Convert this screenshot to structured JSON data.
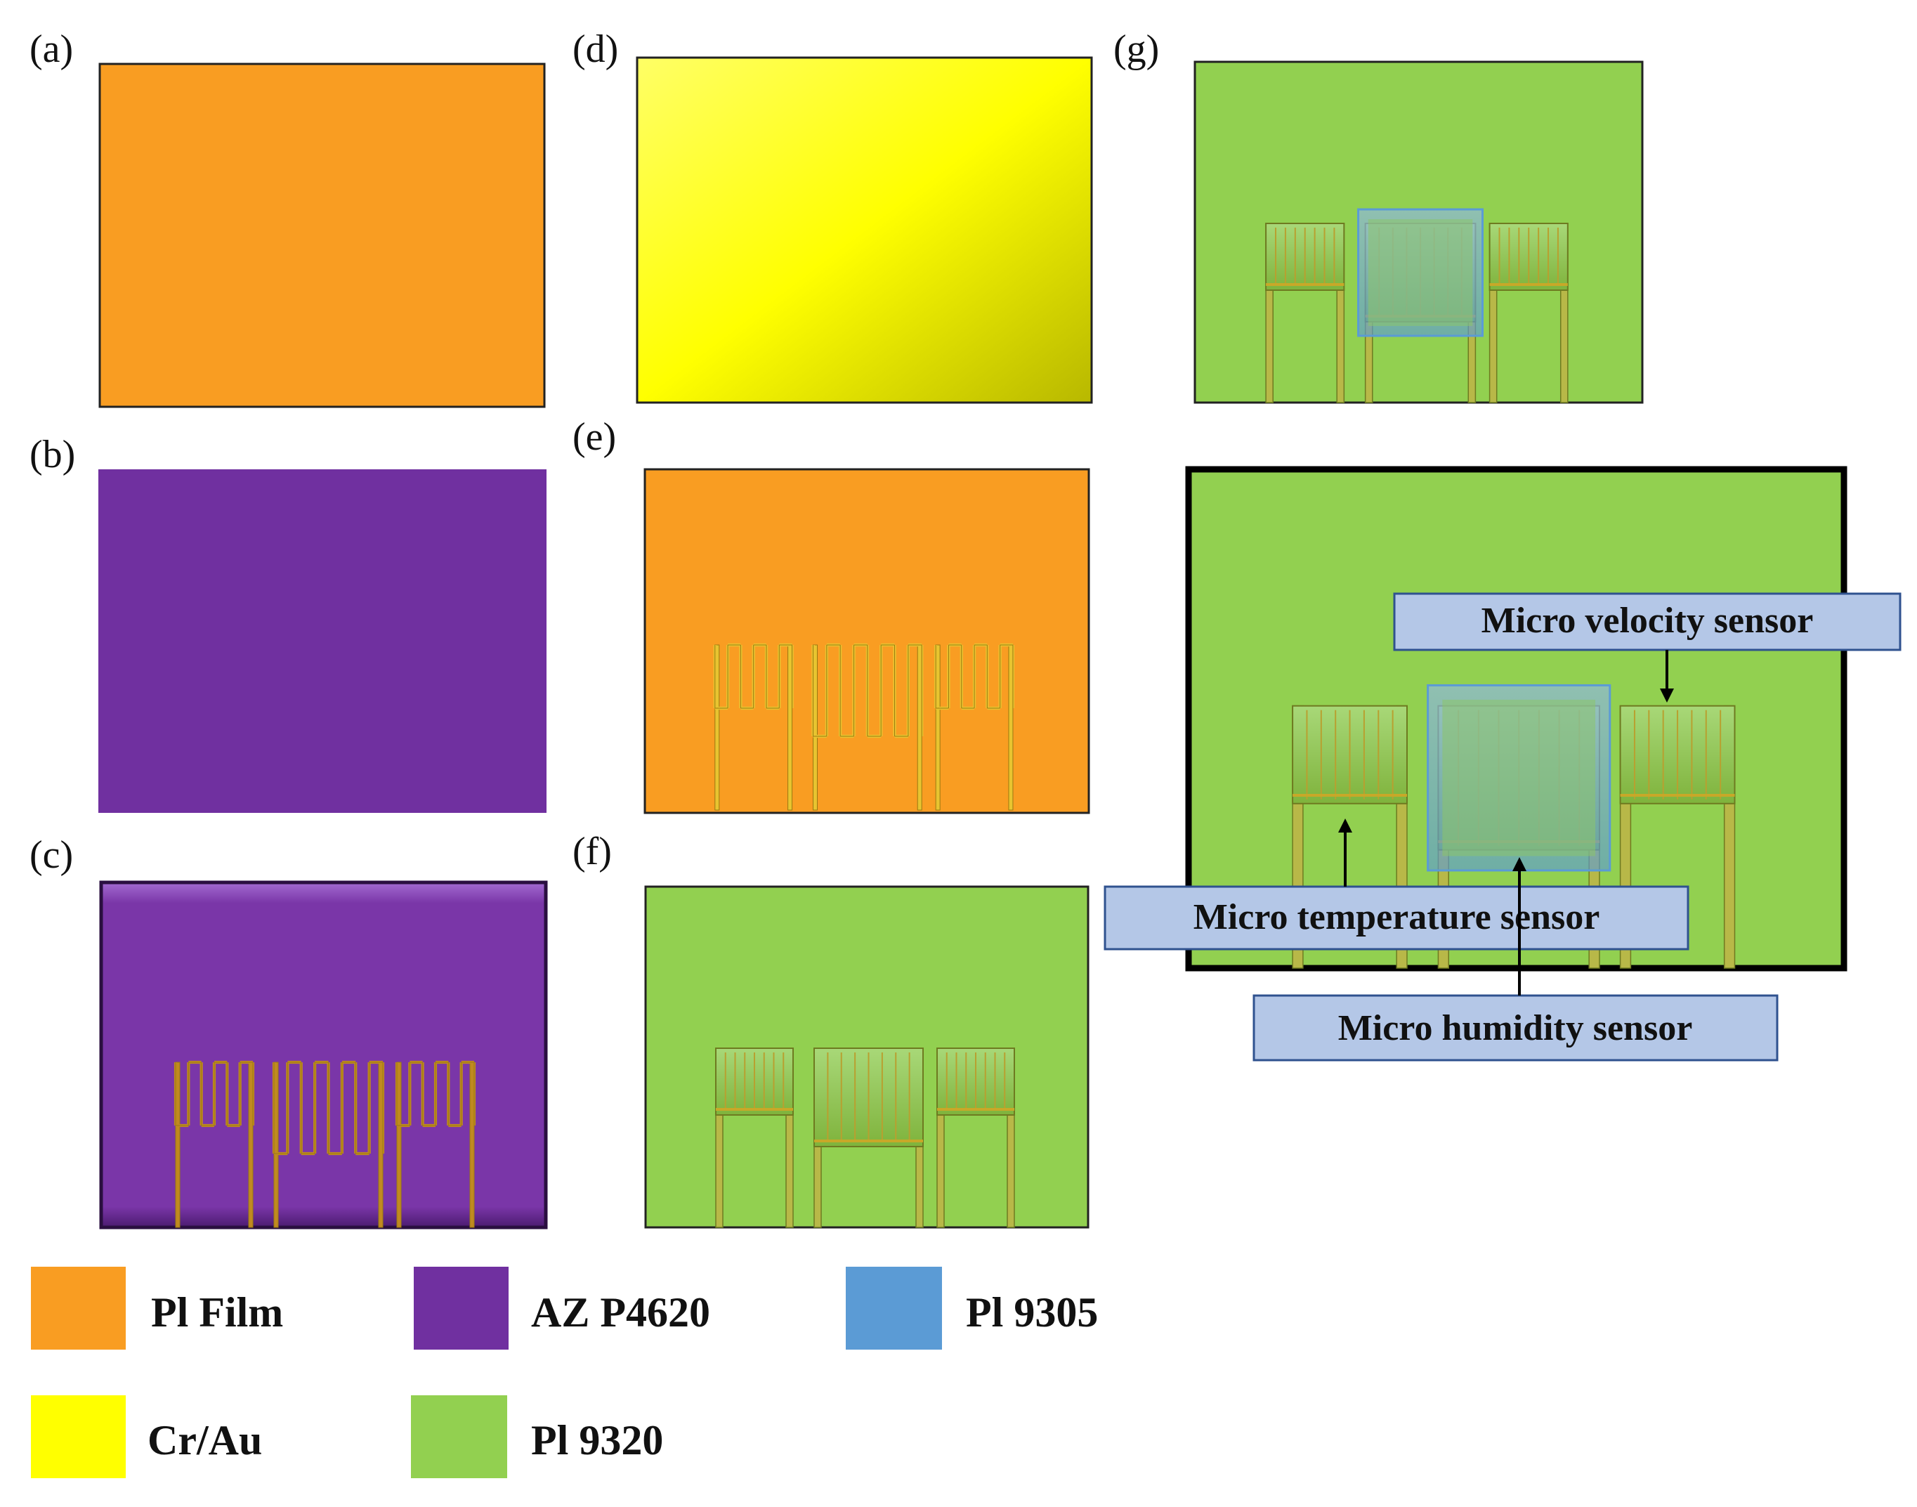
{
  "panels": {
    "a": "(a)",
    "b": "(b)",
    "c": "(c)",
    "d": "(d)",
    "e": "(e)",
    "f": "(f)",
    "g": "(g)"
  },
  "callouts": {
    "velocity": "Micro velocity sensor",
    "temperature": "Micro temperature sensor",
    "humidity": "Micro humidity sensor"
  },
  "legend": [
    {
      "label": "Pl Film",
      "color": "#f99d22"
    },
    {
      "label": "AZ P4620",
      "color": "#7030a0"
    },
    {
      "label": "Pl 9305",
      "color": "#5b9bd5"
    },
    {
      "label": "Cr/Au",
      "color": "#ffff00"
    },
    {
      "label": "Pl 9320",
      "color": "#92d050"
    }
  ],
  "colors": {
    "pi_film": "#f99d22",
    "az": "#7030a0",
    "az_light": "#7a36a8",
    "crau": "#ffff00",
    "pi9320": "#92d050",
    "pi9305": "#5b9bd5",
    "callout_fill": "#b4c7e7",
    "callout_border": "#2f528f",
    "metal_dark": "#9a7a10",
    "metal_light": "#e8c430"
  }
}
